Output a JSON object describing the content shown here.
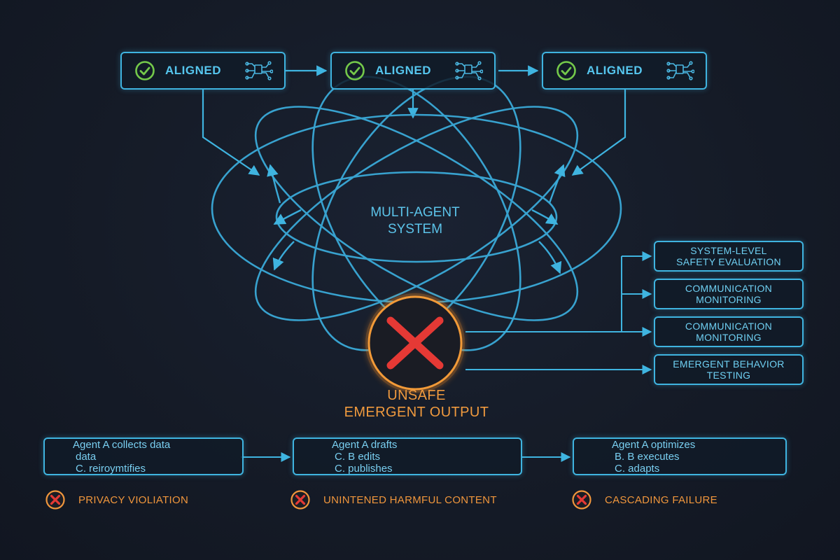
{
  "colors": {
    "background": "#151b27",
    "accent": "#3fb4e0",
    "success": "#74c94a",
    "danger": "#e53935",
    "warning": "#f0963c"
  },
  "aligned_agents": [
    {
      "label": "ALIGNED",
      "status_icon": "check-circle-icon",
      "icon": "circuit-icon"
    },
    {
      "label": "ALIGNED",
      "status_icon": "check-circle-icon",
      "icon": "circuit-icon"
    },
    {
      "label": "ALIGNED",
      "status_icon": "check-circle-icon",
      "icon": "circuit-icon"
    }
  ],
  "system": {
    "line1": "MULTI-AGENT",
    "line2": "SYSTEM"
  },
  "safety_checks": [
    {
      "line1": "SYSTEM-LEVEL",
      "line2": "SAFETY EVALUATION"
    },
    {
      "line1": "COMMUNICATION",
      "line2": "MONITORING"
    },
    {
      "line1": "COMMUNICATION",
      "line2": "MONITORING"
    },
    {
      "line1": "EMERGENT BEHAVIOR",
      "line2": "TESTING"
    }
  ],
  "unsafe_output": {
    "line1": "UNSAFE",
    "line2": "EMERGENT OUTPUT",
    "icon": "x-mark-icon"
  },
  "scenarios": [
    {
      "lines": [
        "Agent A collects data",
        "data",
        "C. reiroymtifies"
      ]
    },
    {
      "lines": [
        "Agent A drafts",
        "C. B edits",
        "C. publishes"
      ]
    },
    {
      "lines": [
        "Agent A optimizes",
        "B. B executes",
        "C. adapts"
      ]
    }
  ],
  "failures": [
    {
      "label": "PRIVACY VIOLIATION",
      "icon": "x-circle-icon"
    },
    {
      "label": "UNINTENED HARMFUL CONTENT",
      "icon": "x-circle-icon"
    },
    {
      "label": "CASCADING FAILURE",
      "icon": "x-circle-icon"
    }
  ]
}
